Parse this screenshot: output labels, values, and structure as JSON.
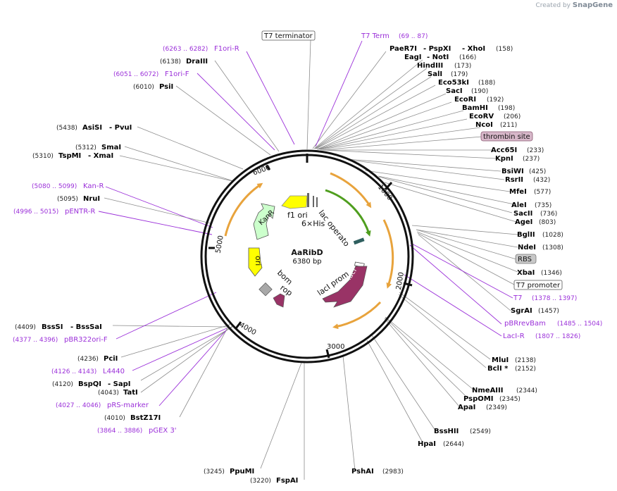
{
  "credit": {
    "prefix": "Created by",
    "brand": "SnapGene"
  },
  "plasmid": {
    "name": "AaRibD",
    "size_label": "6380 bp",
    "length": 6380
  },
  "ticks": [
    "1000",
    "2000",
    "3000",
    "4000",
    "5000",
    "6000"
  ],
  "features": {
    "kanr": "KanR",
    "ori": "ori",
    "f1ori": "f1 ori",
    "his": "6×His",
    "lac_operator": "lac operator",
    "laci": "lacI",
    "laci_promoter": "lacI promoter",
    "bom": "bom",
    "rop": "rop"
  },
  "labels": {
    "t7_terminator": "T7 terminator",
    "t7_term": "T7 Term",
    "t7_term_pos": "(69 .. 87)",
    "paer7i": "PaeR7I",
    "pspxi": "- PspXI",
    "xhoi": "- XhoI",
    "xhoi_pos": "(158)",
    "eagi": "EagI",
    "noti": "- NotI",
    "noti_pos": "(166)",
    "hindiii": "HindIII",
    "hindiii_pos": "(173)",
    "sali": "SalI",
    "sali_pos": "(179)",
    "eco53ki": "Eco53kI",
    "eco53ki_pos": "(188)",
    "saci": "SacI",
    "saci_pos": "(190)",
    "ecori": "EcoRI",
    "ecori_pos": "(192)",
    "bamhi": "BamHI",
    "bamhi_pos": "(198)",
    "ecorv": "EcoRV",
    "ecorv_pos": "(206)",
    "ncoi": "NcoI",
    "ncoi_pos": "(211)",
    "thrombin": "thrombin site",
    "acc65i": "Acc65I",
    "acc65i_pos": "(233)",
    "kpni": "KpnI",
    "kpni_pos": "(237)",
    "bsiwi": "BsiWI",
    "bsiwi_pos": "(425)",
    "rsrii": "RsrII",
    "rsrii_pos": "(432)",
    "mfei": "MfeI",
    "mfei_pos": "(577)",
    "alei": "AleI",
    "alei_pos": "(735)",
    "sacii": "SacII",
    "sacii_pos": "(736)",
    "agei": "AgeI",
    "agei_pos": "(803)",
    "bglii": "BglII",
    "bglii_pos": "(1028)",
    "ndei": "NdeI",
    "ndei_pos": "(1308)",
    "rbs": "RBS",
    "xbai": "XbaI",
    "xbai_pos": "(1346)",
    "t7_promoter": "T7 promoter",
    "t7": "T7",
    "t7_pos": "(1378 .. 1397)",
    "sgrai": "SgrAI",
    "sgrai_pos": "(1457)",
    "pbrrevbam": "pBRrevBam",
    "pbrrevbam_pos": "(1485 .. 1504)",
    "lacir": "LacI-R",
    "lacir_pos": "(1807 .. 1826)",
    "mlui": "MluI",
    "mlui_pos": "(2138)",
    "bcli": "BclI *",
    "bcli_pos": "(2152)",
    "nmeaiii": "NmeAIII",
    "nmeaiii_pos": "(2344)",
    "pspomi": "PspOMI",
    "pspomi_pos": "(2345)",
    "apai": "ApaI",
    "apai_pos": "(2349)",
    "bsshii": "BssHII",
    "bsshii_pos": "(2549)",
    "hpai": "HpaI",
    "hpai_pos": "(2644)",
    "pshai": "PshAI",
    "pshai_pos": "(2983)",
    "fspai": "FspAI",
    "fspai_pos": "(3220)",
    "ppumi": "PpuMI",
    "ppumi_pos": "(3245)",
    "pgex3": "pGEX 3'",
    "pgex3_pos": "(3864 .. 3886)",
    "bstz17i": "BstZ17I",
    "bstz17i_pos": "(4010)",
    "prsmarker": "pRS-marker",
    "prsmarker_pos": "(4027 .. 4046)",
    "tati": "TatI",
    "tati_pos": "(4043)",
    "bspqi": "BspQI",
    "sapi": "- SapI",
    "bspqi_pos": "(4120)",
    "l4440": "L4440",
    "l4440_pos": "(4126 .. 4143)",
    "pcii": "PciI",
    "pcii_pos": "(4236)",
    "pbr322ori": "pBR322ori-F",
    "pbr322ori_pos": "(4377 .. 4396)",
    "bsssi": "BssSI",
    "bsssai": "- BssSaI",
    "bsssi_pos": "(4409)",
    "pentrr": "pENTR-R",
    "pentrr_pos": "(4996 .. 5015)",
    "nrui": "NruI",
    "nrui_pos": "(5095)",
    "kanr_primer": "Kan-R",
    "kanr_primer_pos": "(5080 .. 5099)",
    "tspmi": "TspMI",
    "xmai": "- XmaI",
    "tspmi_pos": "(5310)",
    "smai": "SmaI",
    "smai_pos": "(5312)",
    "asisi": "AsiSI",
    "pvui": "- PvuI",
    "asisi_pos": "(5438)",
    "psii": "PsiI",
    "psii_pos": "(6010)",
    "f1orif": "F1ori-F",
    "f1orif_pos": "(6051 .. 6072)",
    "draiii": "DraIII",
    "draiii_pos": "(6138)",
    "f1orir": "F1ori-R",
    "f1orir_pos": "(6263 .. 6282)"
  },
  "colors": {
    "enzyme": "#000000",
    "position": "#222222",
    "primer": "#9b30d9",
    "feature_cds_yellow": "#ffff00",
    "feature_kanr": "#ccffcc",
    "feature_laci": "#993366",
    "feature_orange": "#e8a33c",
    "feature_green": "#4f9e1e",
    "feature_grey": "#a8a8a8",
    "thrombin_box": "#d7b7c9",
    "rbs_box": "#c8c8c8"
  }
}
